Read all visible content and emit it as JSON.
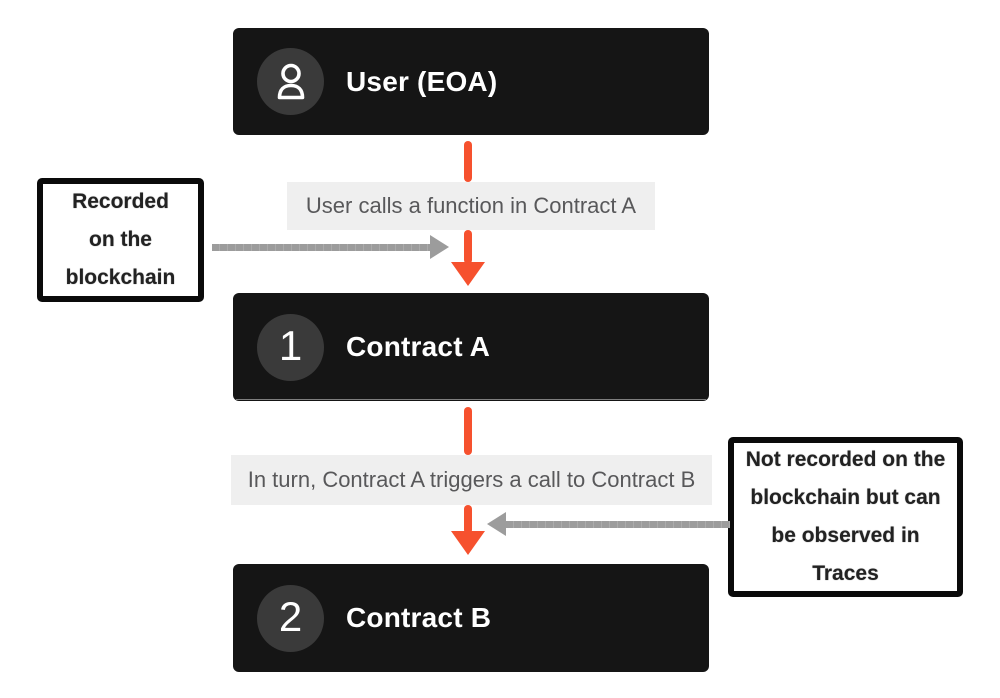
{
  "nodes": [
    {
      "badge": "user-icon",
      "title": "User (EOA)"
    },
    {
      "badge": "1",
      "title": "Contract A"
    },
    {
      "badge": "2",
      "title": "Contract B"
    }
  ],
  "flow_labels": [
    {
      "text": "User calls a function in Contract A"
    },
    {
      "text": "In turn, Contract A triggers a call to Contract B"
    }
  ],
  "callouts": [
    {
      "lines": [
        "Recorded",
        "on the",
        "blockchain"
      ]
    },
    {
      "lines": [
        "Not recorded on the",
        "blockchain but can",
        "be observed in",
        "Traces"
      ]
    }
  ],
  "colors": {
    "background": "#ffffff",
    "node_bg": "#151515",
    "node_text": "#ffffff",
    "badge_circle": "#3a3a3a",
    "flow_label_bg": "#efefef",
    "flow_label_text": "#58585a",
    "arrow_orange": "#f6512e",
    "arrow_gray": "#9c9c9c",
    "callout_border": "#0a0a0a",
    "callout_text": "#222222"
  }
}
